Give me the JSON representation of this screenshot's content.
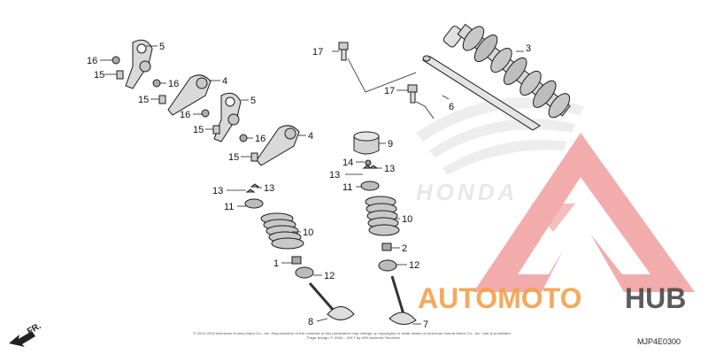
{
  "diagram": {
    "code": "MJP4E0300",
    "direction_label": "FR.",
    "copyright_line1": "© 2012-2015 American Honda Motor Co., Inc. Reproduction of the contents of this publication may infringe on copyrights or trade marks of American Honda Motor Co., Inc. Use is prohibited.",
    "copyright_line2": "Page design © 2004 - 2017 by ARI Network Services"
  },
  "callouts": [
    "1",
    "2",
    "3",
    "4",
    "5",
    "6",
    "7",
    "8",
    "9",
    "10",
    "11",
    "12",
    "13",
    "14",
    "15",
    "16",
    "17"
  ],
  "watermarks": {
    "brand_left": "AUTOMOTO",
    "brand_right": "HUB",
    "background_logo": "HONDA",
    "brand_color_primary": "#f5a04a",
    "brand_color_secondary": "#4a4a4a",
    "logo_color": "#e86a6a"
  }
}
